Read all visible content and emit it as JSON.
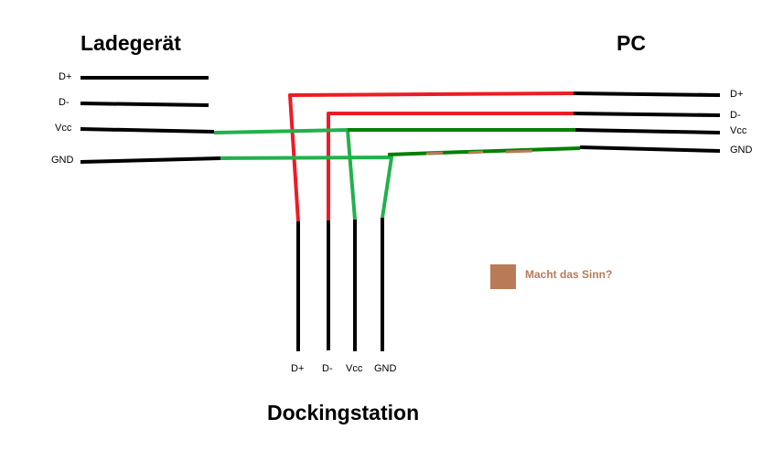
{
  "charger": {
    "title": "Ladegerät",
    "pins": [
      "D+",
      "D-",
      "Vcc",
      "GND"
    ]
  },
  "pc": {
    "title": "PC",
    "pins": [
      "D+",
      "D-",
      "Vcc",
      "GND"
    ]
  },
  "dock": {
    "title": "Dockingstation",
    "pins": [
      "D+",
      "D-",
      "Vcc",
      "GND"
    ]
  },
  "note": {
    "text": "Macht das Sinn?",
    "color": "#b97a57"
  },
  "colors": {
    "wire_black": "#000000",
    "wire_red": "#ed1c24",
    "wire_green": "#22b14c",
    "wire_dark_green": "#008000",
    "note_brown": "#b97a57"
  }
}
